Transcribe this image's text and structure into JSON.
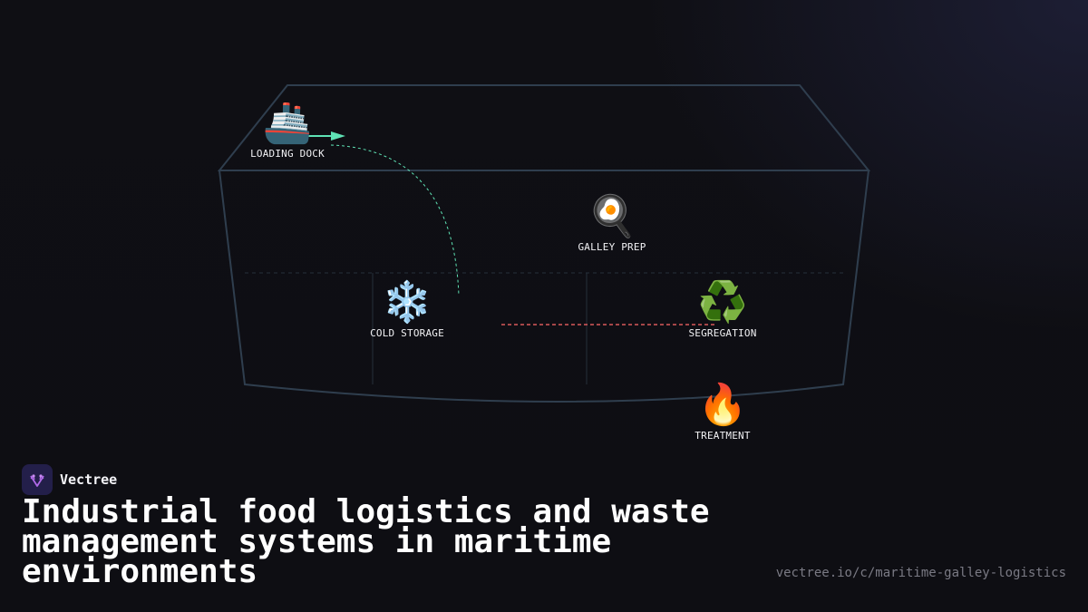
{
  "brand": {
    "name": "Vectree",
    "accent": "#231f4a",
    "logo_color": "#b06ae8"
  },
  "title": "Industrial food logistics and waste management systems in maritime environments",
  "url": "vectree.io/c/maritime-galley-logistics",
  "diagram": {
    "outline_color": "#2f3e4e",
    "flow_color": "#5fe3b5",
    "waste_link_color": "#d9595a",
    "nodes": [
      {
        "id": "loading_dock",
        "icon": "ship-icon",
        "glyph": "🚢",
        "label": "LOADING DOCK"
      },
      {
        "id": "galley_prep",
        "icon": "frying-pan-icon",
        "glyph": "🍳",
        "label": "GALLEY PREP"
      },
      {
        "id": "cold_storage",
        "icon": "snowflake-icon",
        "glyph": "❄️",
        "label": "COLD STORAGE"
      },
      {
        "id": "segregation",
        "icon": "recycle-icon",
        "glyph": "♻️",
        "label": "SEGREGATION"
      },
      {
        "id": "treatment",
        "icon": "fire-icon",
        "glyph": "🔥",
        "label": "TREATMENT"
      }
    ]
  }
}
